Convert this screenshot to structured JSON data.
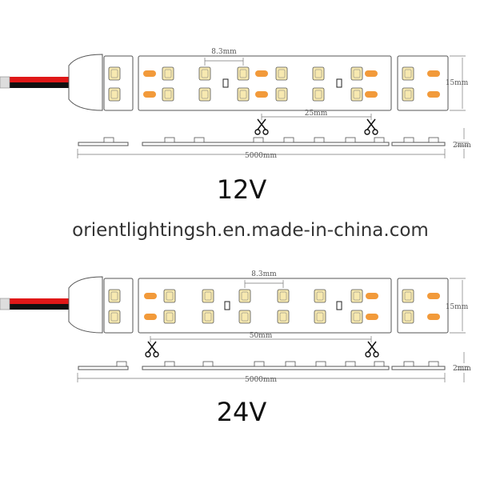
{
  "watermark": "orientlightingsh.en.made-in-china.com",
  "colors": {
    "wire_red": "#e01818",
    "wire_black": "#111111",
    "led_fill": "#f7e9b0",
    "pad_orange": "#f29a3a",
    "outline": "#555555"
  },
  "strips": [
    {
      "voltage": "12V",
      "led_pitch": "8.3mm",
      "cut_length": "25mm",
      "width": "15mm",
      "thickness": "2mm",
      "length": "5000mm",
      "cut_icon": "scissors-icon"
    },
    {
      "voltage": "24V",
      "led_pitch": "8.3mm",
      "cut_length": "50mm",
      "width": "15mm",
      "thickness": "2mm",
      "length": "5000mm",
      "cut_icon": "scissors-icon"
    }
  ]
}
